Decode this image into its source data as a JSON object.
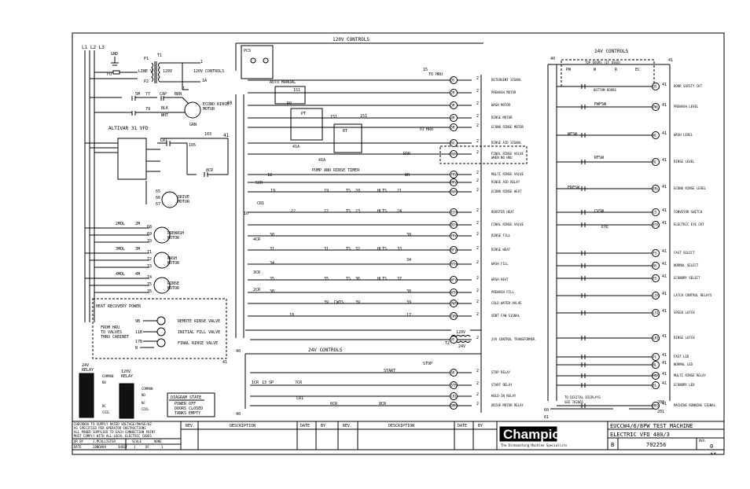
{
  "left_panel": {
    "phases": "L1 L2 L3",
    "gnd": "GND",
    "fu": "FU",
    "p1": "P1",
    "p2": "P2",
    "t1": "T1",
    "line_v": "LINE V",
    "v120": "120V",
    "c120": "120V CONTROLS",
    "node1": "1",
    "node1a": "1A",
    "cap": "CAP",
    "brn": "BRN",
    "blk": "BLK",
    "wht": "WHT",
    "grn": "GRN",
    "econo_rinse_motor": "ECONO RINSE\nMOTOR",
    "sm": "5M",
    "n77": "77",
    "n79": "79",
    "vfd": "ALTIVAR 31 VFD",
    "lr1": "LR1",
    "n103": "103",
    "n105": "105",
    "r105": "105",
    "n8cr": "8CR",
    "drive_motor": "DRIVE\nMOTOR",
    "m65": "65",
    "m66": "66",
    "m67": "67",
    "prewash_motor": "PREWASH\nMOTOR",
    "wash_motor": "WASH\nMOTOR",
    "rinse_motor": "RINSE\nMOTOR",
    "mol2": "2MOL",
    "mol3": "3MOL",
    "mol4": "4MOL",
    "m2": "2M",
    "m3": "3M",
    "m4": "4M",
    "w68": "68",
    "w69": "69",
    "w70": "70",
    "w71": "71",
    "w72": "72",
    "w73": "73",
    "w74": "74",
    "w75": "75",
    "w76": "76",
    "heat_recovery": "HEAT RECOVERY POWER",
    "from_hru": "FROM HRU\nTO VALVES\nTHRU CABINET",
    "v9b": "9B",
    "v11b": "11B",
    "v17b": "17B",
    "vN": "N",
    "remote_rinse_valve": "REMOTE RINSE VALVE",
    "initial_fill_valve": "INITIAL FILL VALVE",
    "final_rinse_valve": "FINAL RINSE VALVE",
    "relay24": "24V\nRELAY",
    "relay120": "120V\nRELAY",
    "common": "COMMON",
    "no": "NO",
    "nc": "NC",
    "coil": "COIL"
  },
  "diagram_state": {
    "title": "DIAGRAM STATE",
    "lines": [
      "POWER OFF",
      "DOORS CLOSED",
      "TANKS EMPTY"
    ]
  },
  "center": {
    "title": "120V CONTROLS",
    "title24": "24V CONTROLS",
    "pcs": "PCS",
    "auto_manual": "AUTO MANUAL",
    "n1s1": "1S1",
    "ro": "RO",
    "pt": "PT",
    "rt": "RT",
    "n41a": "41A",
    "timer": "PUMP AND RINSE TIMER",
    "n151": "151",
    "n15": "15",
    "to_hru": "TO HRU",
    "rar": "RAR",
    "wr": "WR",
    "cwts": "CWTS",
    "t2": "T2",
    "v120": "120V",
    "v24": "24V",
    "start": "START",
    "stop": "STOP",
    "n40": "40",
    "n41": "41",
    "n10": "10",
    "n17": "17",
    "n18": "18",
    "n39": "39",
    "n38": "38",
    "n34": "34",
    "n35": "35",
    "n36": "36",
    "n37": "37",
    "n31": "31",
    "n32": "32",
    "n33": "33",
    "n30": "30",
    "n22": "22",
    "n23": "23",
    "n24": "24",
    "n19": "19",
    "n20": "20",
    "n21": "21",
    "hlts": "HLTS",
    "ts": "TS",
    "scr": "5CR",
    "n4cr": "4CR",
    "n3cr": "3CR",
    "n2cr": "2CR",
    "n8cr": "8CR",
    "cr1": "CR1",
    "n6cr": "6CR",
    "n7cr": "7CR",
    "n1cr": "1CR",
    "n13": "13",
    "sp": "SP"
  },
  "rung_labels": [
    "DETERGENT SIGNAL",
    "PREWASH MOTOR",
    "WASH MOTOR",
    "RINSE MOTOR",
    "ECONO RINSE MOTOR",
    "RINSE AID SIGNAL",
    "FINAL RINSE VALVE\nWHEN NO HRU",
    "MULTI RINSE VALVE",
    "RINSE AID RELAY",
    "ECONO RINSE HEAT",
    "BOOSTER HEAT",
    "FINAL RINSE VALVE",
    "RINSE FILL",
    "RINSE HEAT",
    "WASH FILL",
    "WASH HEAT",
    "PREWASH FILL",
    "COLD WATER VALVE",
    "VENT FAN SIGNAL",
    "24V CONTROL TRANSFORMER",
    "STOP RELAY",
    "START RELAY",
    "HOLD-IN RELAY",
    "DRIVE MOTOR RELAY"
  ],
  "coil_tags": [
    "DS",
    "2M",
    "3M",
    "4M",
    "5M",
    "RA",
    "RAR",
    "FRV",
    "MRV",
    "RAR",
    "ECH",
    "BCH",
    "FRV",
    "RFV",
    "RTH",
    "WFV",
    "WTH",
    "PWFV",
    "CWV",
    "VF",
    "SR",
    "STR",
    "LR1",
    "DMR"
  ],
  "right_panel": {
    "title": "24V CONTROLS",
    "top_doors": "TOP DOORS (IF USED)",
    "bottom_doors": "BOTTOM DOORS",
    "pw": "PW",
    "w": "W",
    "r": "R",
    "ec": "EC",
    "pwfsw": "PWFSW",
    "wfsw": "WFSW",
    "rfsw": "RFSW",
    "erfsw": "ERFSW",
    "cvsw": "CVSW",
    "eye": "EYE",
    "to_digital": "TO DIGITAL DISPLAYS\nSEE 702065",
    "n40": "40",
    "n41": "41",
    "n60": "60",
    "n61": "61",
    "n200": "200",
    "n201": "201"
  },
  "right_labels": [
    "DOOR SAFETY CKT",
    "PREWASH LEVEL",
    "WASH LEVEL",
    "RINSE LEVEL",
    "ECONO RINSE LEVEL",
    "CONVEYOR SWITCH",
    "ELECTRIC EYE CKT",
    "FAST SELECT",
    "NORMAL SELECT",
    "ECONOMY SELECT",
    "LATCH CONTROL RELAYS",
    "SPEED LATCH",
    "RINSE LATCH",
    "FAST LED",
    "NORMAL LED",
    "MULTI RINSE RELAY",
    "ECONOMY LED",
    "MACHINE RUNNING SIGNAL"
  ],
  "right_coils": [
    "DS",
    "PWL",
    "WL",
    "RL",
    "ERL",
    "CS",
    "EYE",
    "FS",
    "NS",
    "ES",
    "LCR",
    "LS1",
    "LR1",
    "FL",
    "NL",
    "MRR",
    "EL",
    "MRS"
  ],
  "title_block": {
    "notes": "CHECKBOX TO SUPPLY RATED VOLTAGE/PHASE/HZ\nAS SPECIFIED PER OPERATOR INSTRUCTIONS\nALL POWER SUPPLIED TO EACH CONNECTION POINT\nMUST COMPLY WITH ALL LOCAL ELECTRIC CODES",
    "dr_by_label": "DR BY",
    "dr_by": "J.MCALLISTER",
    "scale_label": "SCALE",
    "scale": "NONE",
    "date_label": "DATE",
    "date": "20NOV09",
    "sheet_label": "SHEET",
    "sheet": "1",
    "of_label": "OF",
    "of": "1",
    "rev_h": "REV.",
    "desc_h": "DESCRIPTION",
    "date_h": "DATE",
    "by_h": "BY",
    "company": "Champion",
    "tagline": "The Dishwashing Machine Specialists",
    "title1": "EUCCW4/6/8PW TEST MACHINE",
    "title2": "ELECTRIC VFD 480/3",
    "size": "B",
    "dwg_no": "702256",
    "rev_label": "REV.",
    "rev": "0",
    "stars": "**"
  }
}
